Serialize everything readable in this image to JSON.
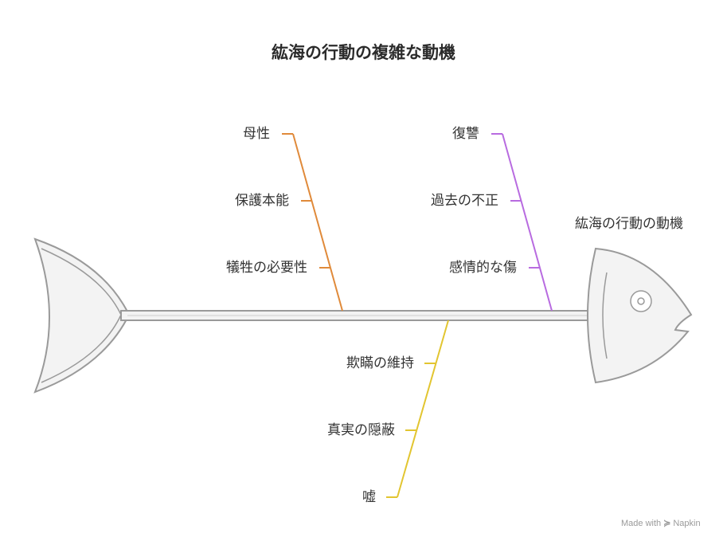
{
  "title": "紘海の行動の複雑な動機",
  "head_label": "紘海の行動の動機",
  "credit": {
    "prefix": "Made with",
    "brand": "Napkin"
  },
  "colors": {
    "outline": "#9a9a9a",
    "fill": "#f3f3f3",
    "orange": "#e08a3a",
    "purple": "#b86be0",
    "yellow": "#e2c530"
  },
  "branches": [
    {
      "id": "orange",
      "color": "#e08a3a",
      "causes": [
        "母性",
        "保護本能",
        "犠牲の必要性"
      ]
    },
    {
      "id": "purple",
      "color": "#b86be0",
      "causes": [
        "復讐",
        "過去の不正",
        "感情的な傷"
      ]
    },
    {
      "id": "yellow",
      "color": "#e2c530",
      "causes": [
        "欺瞞の維持",
        "真実の隠蔽",
        "嘘"
      ]
    }
  ]
}
